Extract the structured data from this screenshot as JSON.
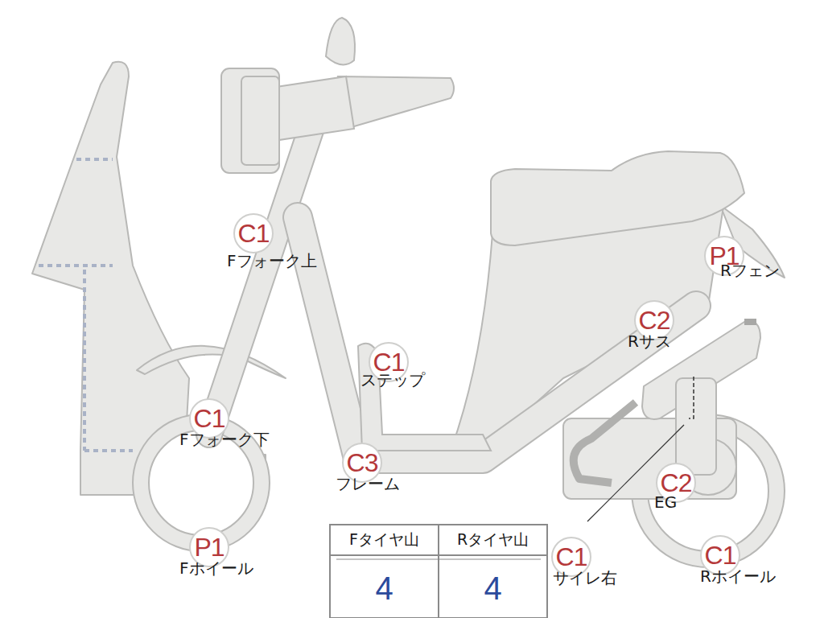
{
  "diagram": {
    "nodes": [
      {
        "text": [
          "C1",
          "Fフォーク上"
        ]
      },
      {
        "text": [
          "P1",
          "Rフェン"
        ]
      },
      {
        "text": [
          "C2",
          "Rサス"
        ]
      },
      {
        "text": [
          "C1",
          "ステップ"
        ]
      },
      {
        "text": [
          "C1",
          "Fフォーク下"
        ]
      },
      {
        "text": [
          "C3",
          "フレーム"
        ]
      },
      {
        "text": [
          "C2",
          "EG"
        ]
      },
      {
        "text": [
          "P1",
          "Fホイール"
        ]
      },
      {
        "text": [
          "C1",
          "サイレ右"
        ]
      },
      {
        "text": [
          "C1",
          "Rホイール"
        ]
      }
    ],
    "labels": [
      "Fタイヤ山",
      "Rタイヤ山",
      "4",
      "4"
    ]
  }
}
